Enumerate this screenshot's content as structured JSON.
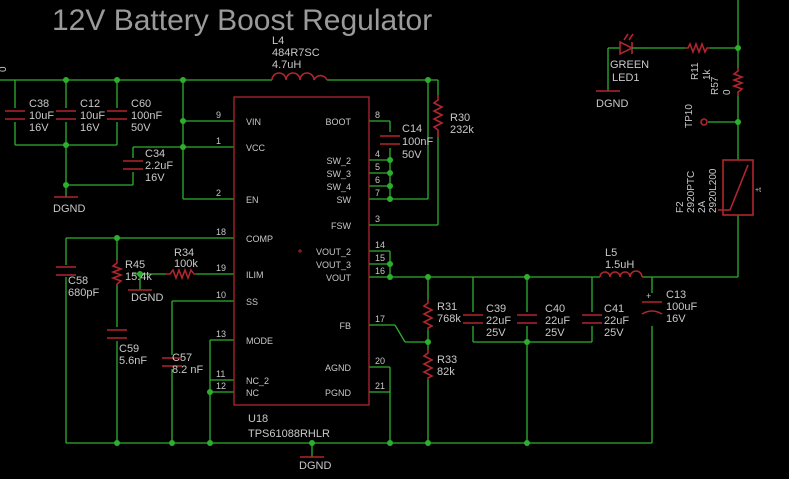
{
  "title": "12V Battery Boost Regulator",
  "colors": {
    "wire": "#2eae2e",
    "component": "#b0262e",
    "text": "#c8c8c8",
    "background": "#000000"
  },
  "inductor_l4": {
    "ref": "L4",
    "part": "484R7SC",
    "value": "4.7uH"
  },
  "caps": {
    "c38": {
      "ref": "C38",
      "value": "10uF",
      "voltage": "16V"
    },
    "c12": {
      "ref": "C12",
      "value": "10uF",
      "voltage": "16V"
    },
    "c60": {
      "ref": "C60",
      "value": "100nF",
      "voltage": "50V"
    },
    "c34": {
      "ref": "C34",
      "value": "2.2uF",
      "voltage": "16V"
    },
    "c14": {
      "ref": "C14",
      "value": "100nF",
      "voltage": "50V"
    },
    "c58": {
      "ref": "C58",
      "value": "680pF"
    },
    "c59": {
      "ref": "C59",
      "value": "5.6nF"
    },
    "c57": {
      "ref": "C57",
      "value": "8.2 nF"
    },
    "c39": {
      "ref": "C39",
      "value": "22uF",
      "voltage": "25V"
    },
    "c40": {
      "ref": "C40",
      "value": "22uF",
      "voltage": "25V"
    },
    "c41": {
      "ref": "C41",
      "value": "22uF",
      "voltage": "25V"
    },
    "c13": {
      "ref": "C13",
      "value": "100uF",
      "voltage": "16V"
    }
  },
  "resistors": {
    "r30": {
      "ref": "R30",
      "value": "232k"
    },
    "r45": {
      "ref": "R45",
      "value": "15.4k"
    },
    "r34": {
      "ref": "R34",
      "value": "100k"
    },
    "r31": {
      "ref": "R31",
      "value": "768k"
    },
    "r33": {
      "ref": "R33",
      "value": "82k"
    },
    "r11": {
      "ref": "R11",
      "value": "1k"
    },
    "r57": {
      "ref": "R57",
      "value": "0"
    }
  },
  "inductor_l5": {
    "ref": "L5",
    "value": "1.5uH"
  },
  "led": {
    "color": "GREEN",
    "ref": "LED1"
  },
  "fuse": {
    "ref": "F2",
    "part": "2920PTC",
    "rating": "2A",
    "package": "2920L200"
  },
  "testpoint": {
    "ref": "TP10"
  },
  "grounds": {
    "g1": "DGND",
    "g2": "DGND",
    "g3": "DGND",
    "g4": "DGND"
  },
  "ic": {
    "ref": "U18",
    "part": "TPS61088RHLR",
    "left_pins": [
      {
        "num": "9",
        "name": "VIN"
      },
      {
        "num": "1",
        "name": "VCC"
      },
      {
        "num": "2",
        "name": "EN"
      },
      {
        "num": "18",
        "name": "COMP"
      },
      {
        "num": "19",
        "name": "ILIM"
      },
      {
        "num": "10",
        "name": "SS"
      },
      {
        "num": "13",
        "name": "MODE"
      },
      {
        "num": "11",
        "name": "NC_2"
      },
      {
        "num": "12",
        "name": "NC"
      }
    ],
    "right_pins": [
      {
        "num": "8",
        "name": "BOOT"
      },
      {
        "num": "4",
        "name": "SW_2"
      },
      {
        "num": "5",
        "name": "SW_3"
      },
      {
        "num": "6",
        "name": "SW_4"
      },
      {
        "num": "7",
        "name": "SW"
      },
      {
        "num": "3",
        "name": "FSW"
      },
      {
        "num": "14",
        "name": "VOUT_2"
      },
      {
        "num": "15",
        "name": "VOUT_3"
      },
      {
        "num": "16",
        "name": "VOUT"
      },
      {
        "num": "17",
        "name": "FB"
      },
      {
        "num": "20",
        "name": "AGND"
      },
      {
        "num": "21",
        "name": "PGND"
      }
    ]
  },
  "edge_label": "0"
}
